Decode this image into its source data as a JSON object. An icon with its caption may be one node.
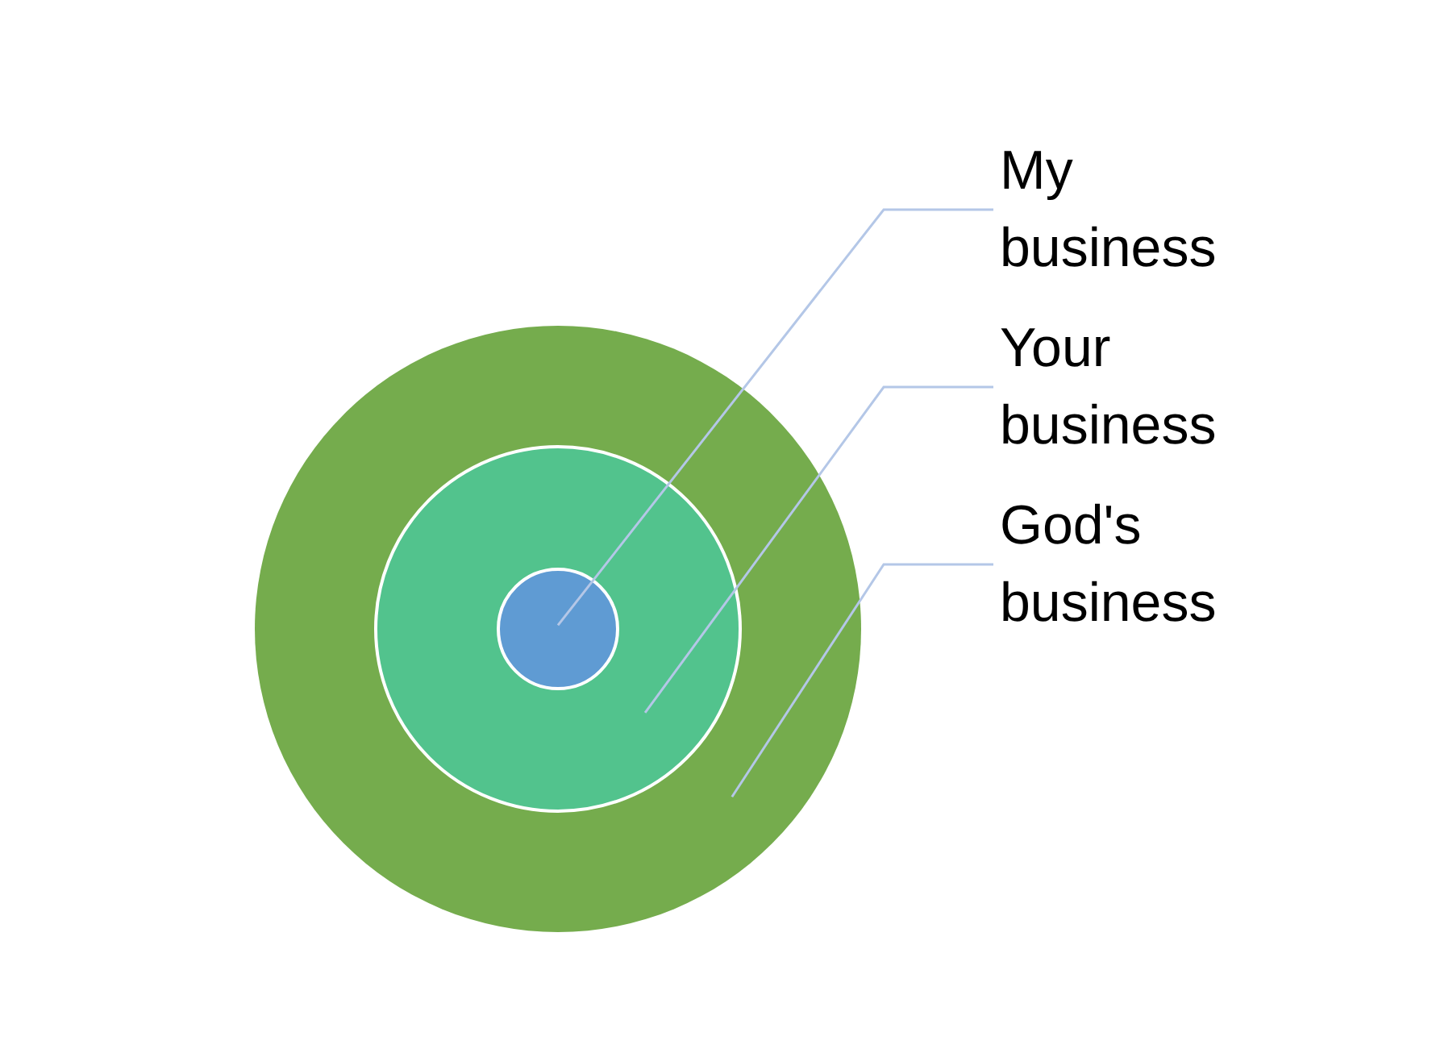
{
  "diagram": {
    "nodes": [
      {
        "text": [],
        "shape": "circle"
      },
      {
        "text": [],
        "shape": "circle",
        "in": 0
      },
      {
        "text": [],
        "shape": "circle",
        "in": 1
      },
      {
        "text": [
          "My business"
        ]
      },
      {
        "text": [
          "Your business"
        ]
      },
      {
        "text": [
          "God's business"
        ]
      }
    ],
    "edges": [
      {
        "from": 3,
        "to": 2,
        "arrow": "none"
      },
      {
        "from": 4,
        "to": 1,
        "arrow": "none"
      },
      {
        "from": 5,
        "to": 0,
        "arrow": "none"
      }
    ]
  }
}
